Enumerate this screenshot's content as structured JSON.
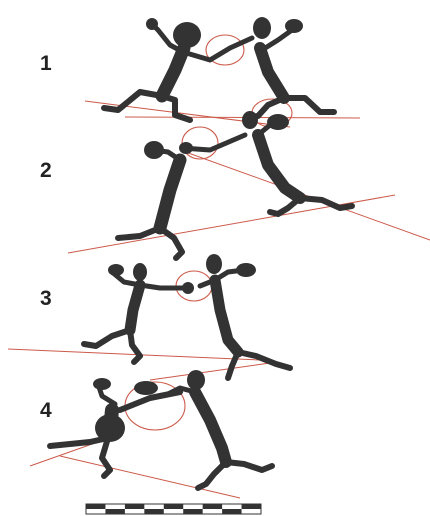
{
  "colors": {
    "figure": "#333333",
    "guide_line": "#cc5a4a",
    "highlight_circle": "#cc5a4a",
    "scale_dark": "#333333",
    "scale_light": "#ffffff",
    "background": "#ffffff"
  },
  "panels": [
    {
      "label": "1"
    },
    {
      "label": "2"
    },
    {
      "label": "3"
    },
    {
      "label": "4"
    }
  ],
  "scale_bar": {
    "segments": 9
  }
}
